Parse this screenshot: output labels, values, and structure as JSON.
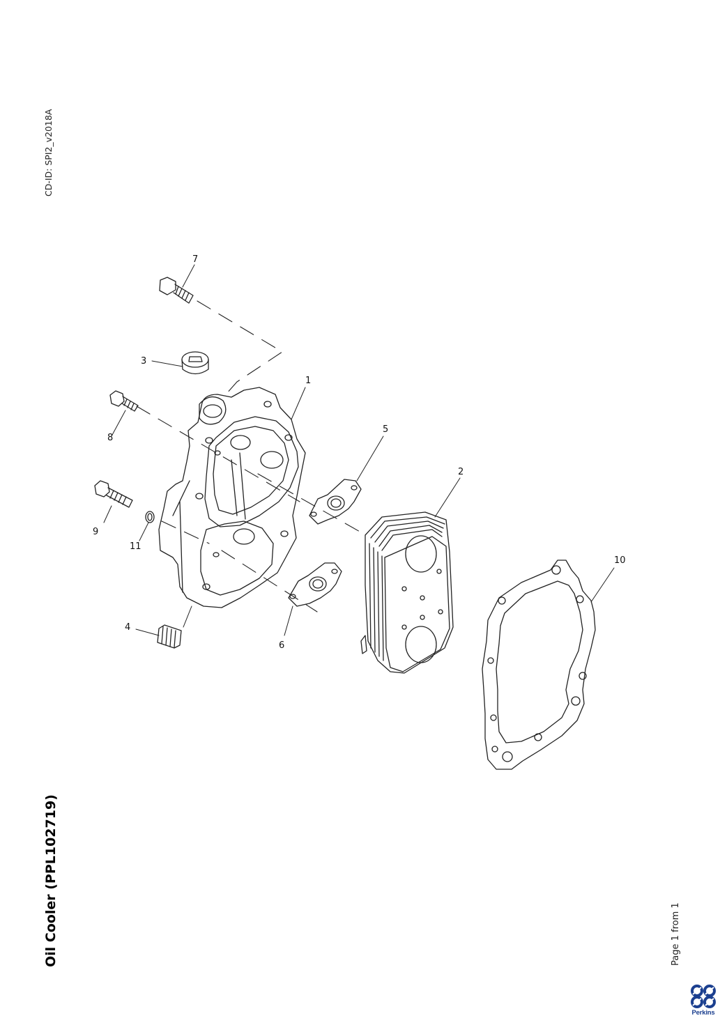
{
  "document": {
    "cd_id": "CD-ID: SPI2_v2018A",
    "title": "Oil Cooler (PPL102719)",
    "page": "Page 1 from 1"
  },
  "brand": {
    "name": "Perkins",
    "color": "#1b3f8f"
  },
  "callouts": [
    "1",
    "2",
    "3",
    "4",
    "5",
    "6",
    "7",
    "8",
    "9",
    "10",
    "11"
  ]
}
